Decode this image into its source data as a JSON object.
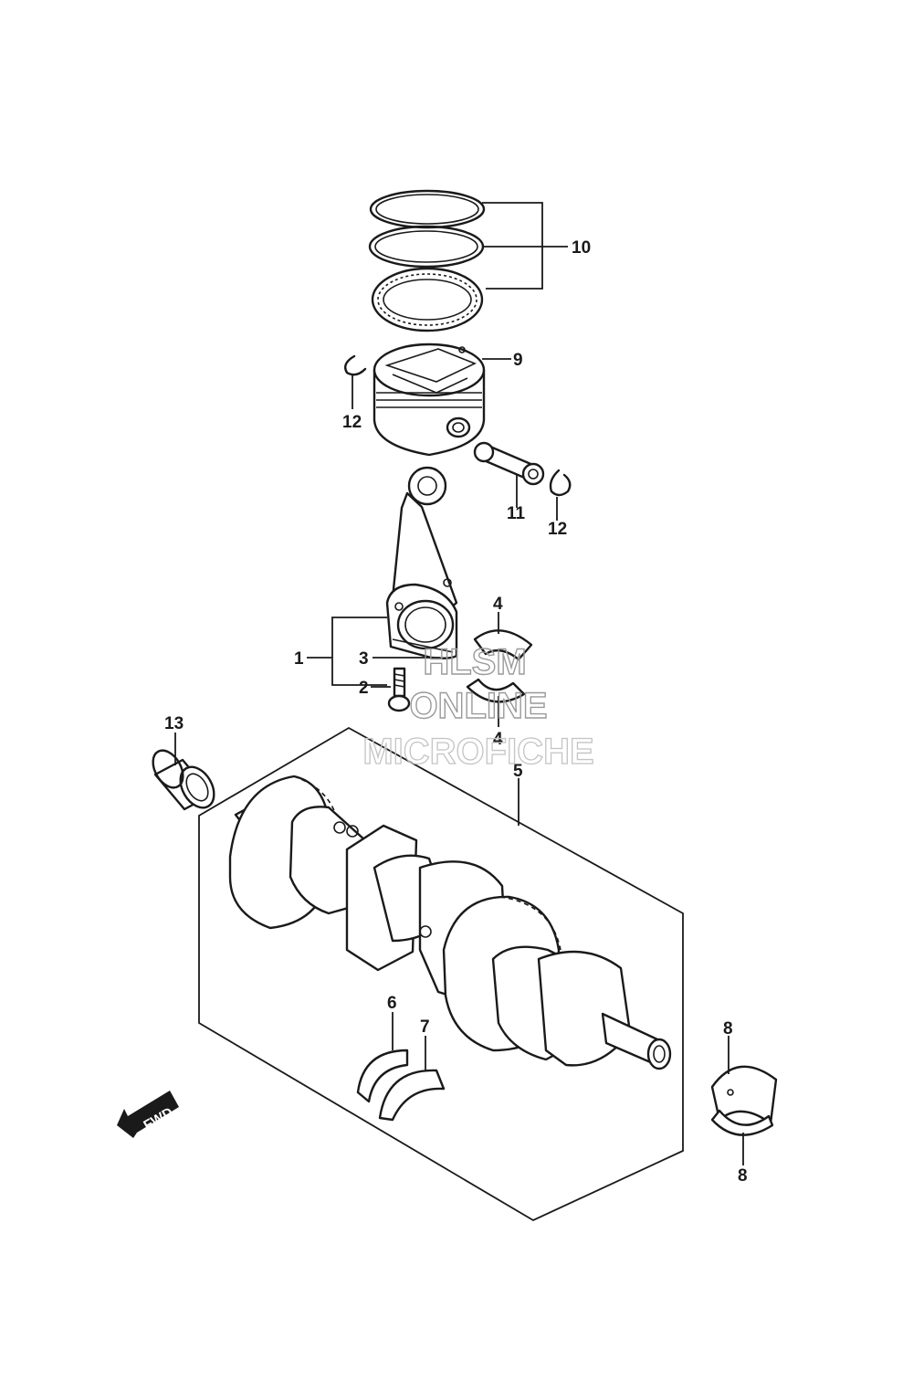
{
  "diagram": {
    "callouts": {
      "c1": "1",
      "c2": "2",
      "c3": "3",
      "c4a": "4",
      "c4b": "4",
      "c5": "5",
      "c6": "6",
      "c7": "7",
      "c8a": "8",
      "c8b": "8",
      "c9": "9",
      "c10": "10",
      "c11": "11",
      "c12a": "12",
      "c12b": "12",
      "c13": "13"
    },
    "direction_label": "FWD",
    "direction_icon": "fwd-arrow-icon"
  },
  "watermark": {
    "line1": "HLSM",
    "line2": "ONLINE",
    "line3": "MICROFICHE"
  }
}
